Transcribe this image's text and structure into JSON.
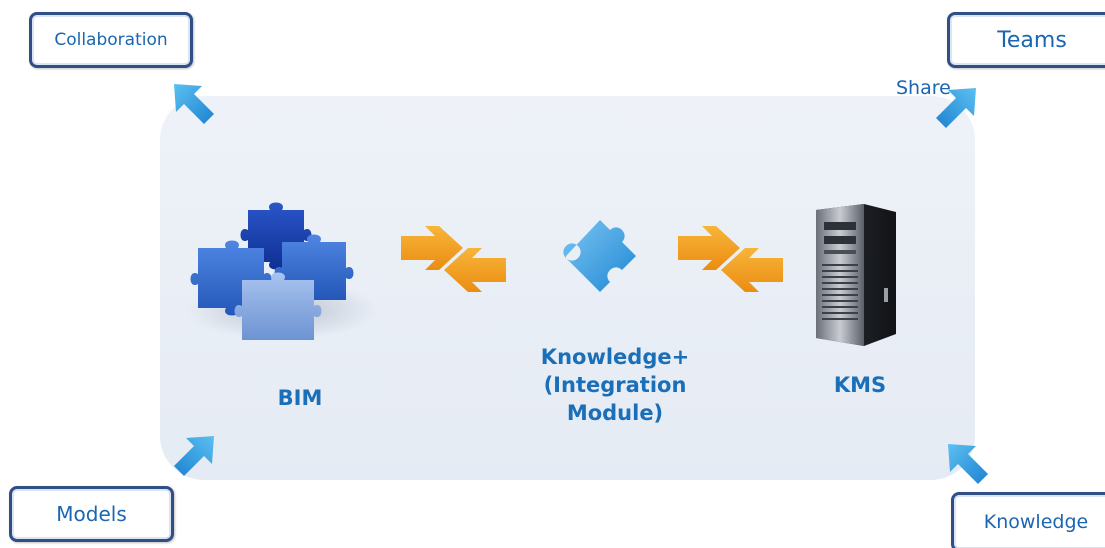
{
  "diagram": {
    "corner_tags": {
      "collaboration": "Collaboration",
      "teams": "Teams",
      "models": "Models",
      "knowledge": "Knowledge"
    },
    "share_label": "Share",
    "nodes": {
      "bim": "BIM",
      "integration": "Knowledge+\n(Integration\nModule)",
      "kms": "KMS"
    }
  },
  "icons": {
    "puzzle_cluster": "puzzle-cluster-icon",
    "puzzle_piece": "puzzle-piece-icon",
    "server": "server-icon",
    "exchange_arrows": "exchange-arrows-icon",
    "direction_arrow": "arrow-icon"
  },
  "colors": {
    "panel_bg": "#e9eef6",
    "tag_border": "#2f4f86",
    "tag_text": "#1a66b2",
    "node_label": "#1a6fb8",
    "exchange_arrow": "#f2a01c",
    "direction_arrow": "#2f9bde"
  }
}
